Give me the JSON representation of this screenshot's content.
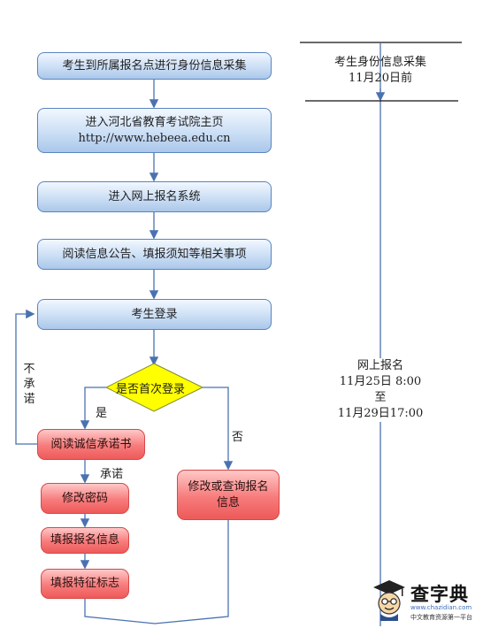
{
  "flow": {
    "step_collect": "考生到所属报名点进行身份信息采集",
    "step_homepage_title": "进入河北省教育考试院主页",
    "step_homepage_url": "http://www.hebeea.edu.cn",
    "step_enter_system": "进入网上报名系统",
    "step_read_notice": "阅读信息公告、填报须知等相关事项",
    "step_login": "考生登录",
    "decision_first_login": "是否首次登录",
    "label_yes": "是",
    "label_no": "否",
    "label_not_promise": "不承诺",
    "label_promise": "承诺",
    "step_read_pledge": "阅读诚信承诺书",
    "step_change_password": "修改密码",
    "step_fill_info": "填报报名信息",
    "step_fill_features": "填报特征标志",
    "step_modify_query": "修改或查询报名信息"
  },
  "timeline": {
    "collect_title": "考生身份信息采集",
    "collect_deadline": "11月20日前",
    "online_title": "网上报名",
    "online_start": "11月25日 8:00",
    "online_to": "至",
    "online_end": "11月29日17:00"
  },
  "watermark": {
    "brand": "查字典",
    "url": "www.chazidian.com",
    "slogan": "中文教育资源第一平台",
    "icon": "graduate-avatar-icon"
  },
  "colors": {
    "blue_box": "#cfe1f6",
    "red_box": "#f77b7b",
    "decision": "#ffff00",
    "connector": "#4a72b0"
  }
}
